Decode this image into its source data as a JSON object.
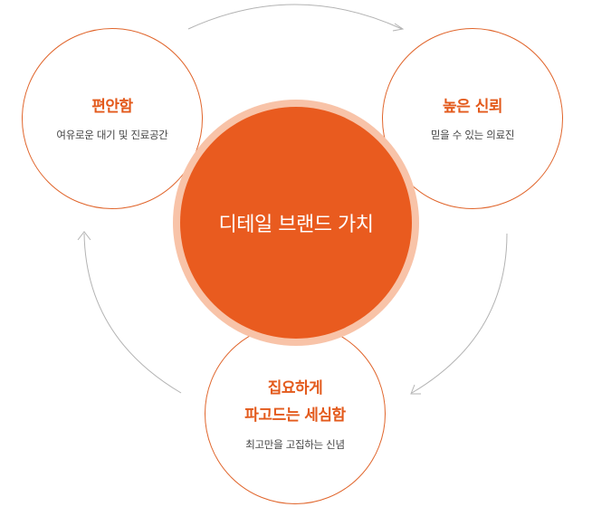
{
  "center": {
    "label": "디테일 브랜드 가치"
  },
  "nodes": {
    "left": {
      "title": "편안함",
      "subtitle": "여유로운 대기 및 진료공간"
    },
    "right": {
      "title": "높은 신뢰",
      "subtitle": "믿을 수 있는 의료진"
    },
    "bottom": {
      "title_line1": "집요하게",
      "title_line2": "파고드는 세심함",
      "subtitle": "최고만을 고집하는 신념"
    }
  },
  "colors": {
    "accent": "#e95b1f",
    "halo": "#f8c3a8",
    "node_border": "#e0642a",
    "arrow": "#b3b3b3",
    "subtitle_text": "#444444"
  }
}
